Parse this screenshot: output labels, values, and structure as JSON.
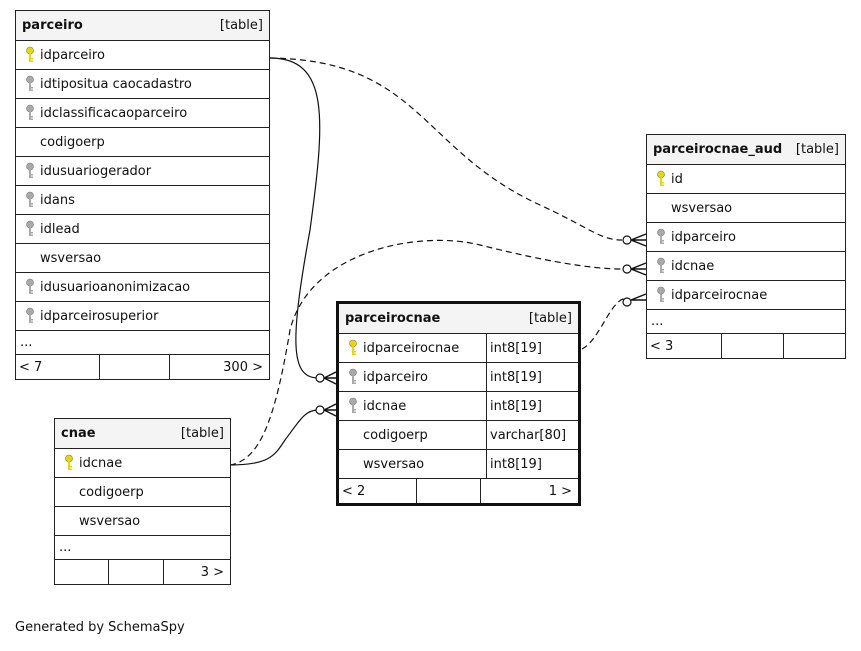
{
  "icons": {
    "primary_key": "gold-key-icon",
    "foreign_key": "gray-key-icon",
    "key_colors": {
      "primary": "#e8d800",
      "foreign": "#a9a9a9"
    }
  },
  "parceiro": {
    "name": "parceiro",
    "tag": "[table]",
    "columns": [
      {
        "name": "idparceiro",
        "key": "primary"
      },
      {
        "name": "idtipositua caocadastro",
        "key": "foreign"
      },
      {
        "name": "idclassificacaoparceiro",
        "key": "foreign"
      },
      {
        "name": "codigoerp",
        "key": ""
      },
      {
        "name": "idusuariogerador",
        "key": "foreign"
      },
      {
        "name": "idans",
        "key": "foreign"
      },
      {
        "name": "idlead",
        "key": "foreign"
      },
      {
        "name": "wsversao",
        "key": ""
      },
      {
        "name": "idusuarioanonimizacao",
        "key": "foreign"
      },
      {
        "name": "idparceirosuperior",
        "key": "foreign"
      }
    ],
    "more": "...",
    "nav": {
      "left": "< 7",
      "middle": "",
      "right": "300 >"
    }
  },
  "parceirocnae_aud": {
    "name": "parceirocnae_aud",
    "tag": "[table]",
    "columns": [
      {
        "name": "id",
        "key": "primary"
      },
      {
        "name": "wsversao",
        "key": ""
      },
      {
        "name": "idparceiro",
        "key": "foreign"
      },
      {
        "name": "idcnae",
        "key": "foreign"
      },
      {
        "name": "idparceirocnae",
        "key": "foreign"
      }
    ],
    "more": "...",
    "nav": {
      "left": "< 3",
      "middle": "",
      "right": ""
    }
  },
  "parceirocnae": {
    "name": "parceirocnae",
    "tag": "[table]",
    "columns": [
      {
        "name": "idparceirocnae",
        "key": "primary",
        "type": "int8[19]"
      },
      {
        "name": "idparceiro",
        "key": "foreign",
        "type": "int8[19]"
      },
      {
        "name": "idcnae",
        "key": "foreign",
        "type": "int8[19]"
      },
      {
        "name": "codigoerp",
        "key": "",
        "type": "varchar[80]"
      },
      {
        "name": "wsversao",
        "key": "",
        "type": "int8[19]"
      }
    ],
    "nav": {
      "left": "< 2",
      "middle": "",
      "right": "1 >"
    }
  },
  "cnae": {
    "name": "cnae",
    "tag": "[table]",
    "columns": [
      {
        "name": "idcnae",
        "key": "primary"
      },
      {
        "name": "codigoerp",
        "key": ""
      },
      {
        "name": "wsversao",
        "key": ""
      }
    ],
    "more": "...",
    "nav": {
      "left": "",
      "middle": "",
      "right": "3 >"
    }
  },
  "footer": "Generated by SchemaSpy"
}
